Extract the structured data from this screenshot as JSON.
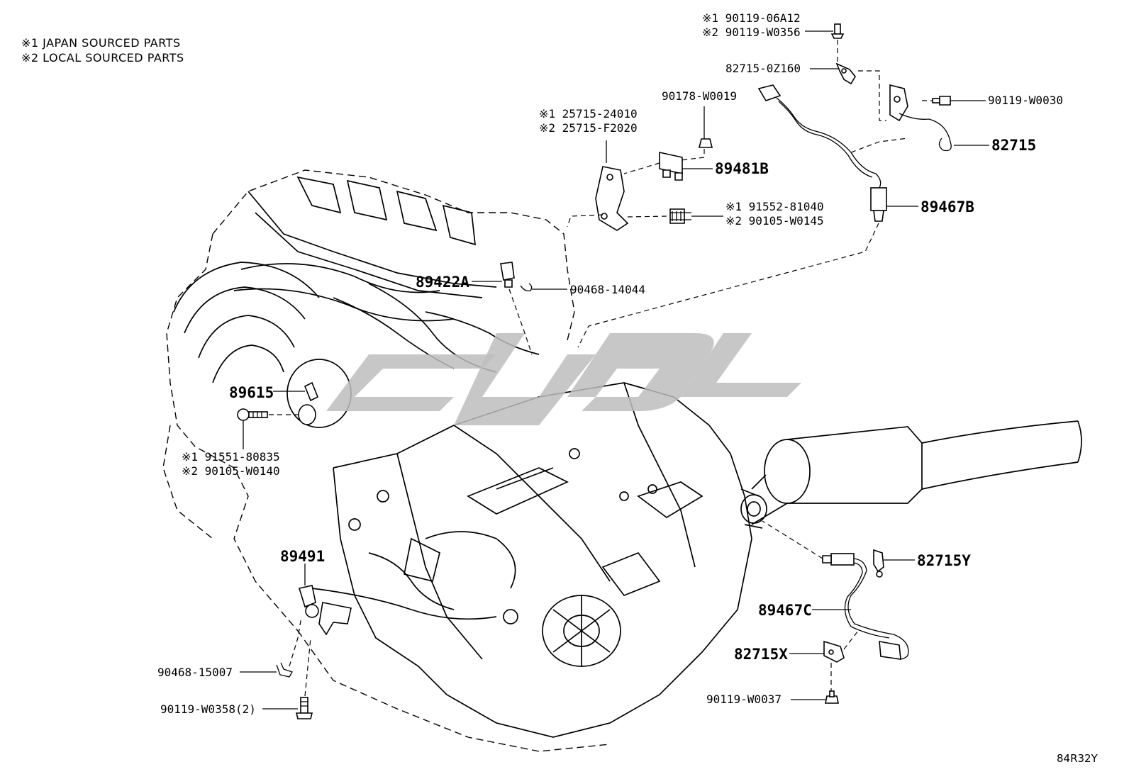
{
  "notes": [
    "※1 JAPAN SOURCED PARTS",
    "※2 LOCAL SOURCED PARTS"
  ],
  "diagram_ref": "84R32Y",
  "callouts": {
    "p_90119_top_1": "※1 90119-06A12",
    "p_90119_top_2": "※2 90119-W0356",
    "p_82715_0Z160": "82715-0Z160",
    "p_90119_W0030": "90119-W0030",
    "p_82715": "82715",
    "p_90178": "90178-W0019",
    "p_25715_1": "※1 25715-24010",
    "p_25715_2": "※2 25715-F2020",
    "p_89481B": "89481B",
    "p_91552_1": "※1 91552-81040",
    "p_91552_2": "※2 90105-W0145",
    "p_89467B": "89467B",
    "p_89422A": "89422A",
    "p_90468_14044": "90468-14044",
    "p_89615": "89615",
    "p_91551_1": "※1 91551-80835",
    "p_91551_2": "※2 90105-W0140",
    "p_89491": "89491",
    "p_90468_15007": "90468-15007",
    "p_90119_W0358": "90119-W0358(2)",
    "p_82715Y": "82715Y",
    "p_89467C": "89467C",
    "p_82715X": "82715X",
    "p_90119_W0037": "90119-W0037"
  }
}
